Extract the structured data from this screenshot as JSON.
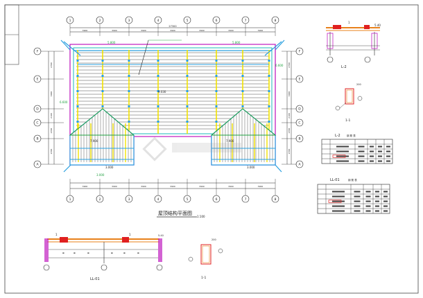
{
  "drawing": {
    "main_title": "屋顶结构平面图",
    "main_scale": "1:100",
    "grid_columns": [
      "1",
      "2",
      "3",
      "4",
      "5",
      "6",
      "7",
      "8"
    ],
    "grid_rows": [
      "F",
      "E",
      "D",
      "C",
      "B",
      "A"
    ],
    "overall_dim": "27300",
    "top_bays": [
      "3900",
      "3900",
      "3900",
      "3900",
      "3900",
      "3900",
      "3900"
    ],
    "bottom_bays": [
      "3900",
      "3900",
      "3900",
      "3900",
      "3900",
      "3900",
      "3900"
    ],
    "left_dims": [
      "2700",
      "3000",
      "2100",
      "2700",
      "2700"
    ],
    "right_dims": [
      "2700",
      "3000",
      "2100",
      "2700",
      "2700"
    ],
    "annotations": {
      "ridge_left": "5.800",
      "ridge_right": "5.800",
      "center": "9.030",
      "left_mid": "6.600",
      "right_mid": "6.600",
      "wing_left": "7.900",
      "wing_right": "7.900",
      "eave_left": "3.000",
      "eave_right": "3.000",
      "bottom_note": "3.000"
    },
    "beam_label_top": "L-2",
    "beam_label_bottom": "LL-01",
    "section_label": "1-1"
  },
  "tables": {
    "t1_title": "L-2",
    "t1_sub": "钢 筋 表",
    "t2_title": "LL-01",
    "t2_sub": "钢 筋 表"
  },
  "colors": {
    "beam_blue": "#2aa0e0",
    "rafter_yellow": "#f2e200",
    "wall_magenta": "#c020c0",
    "wall_cyan": "#18b8b8",
    "dim_green": "#20a040",
    "line_dark": "#222222",
    "rebar_red": "#e02020",
    "orange": "#e8801a"
  }
}
